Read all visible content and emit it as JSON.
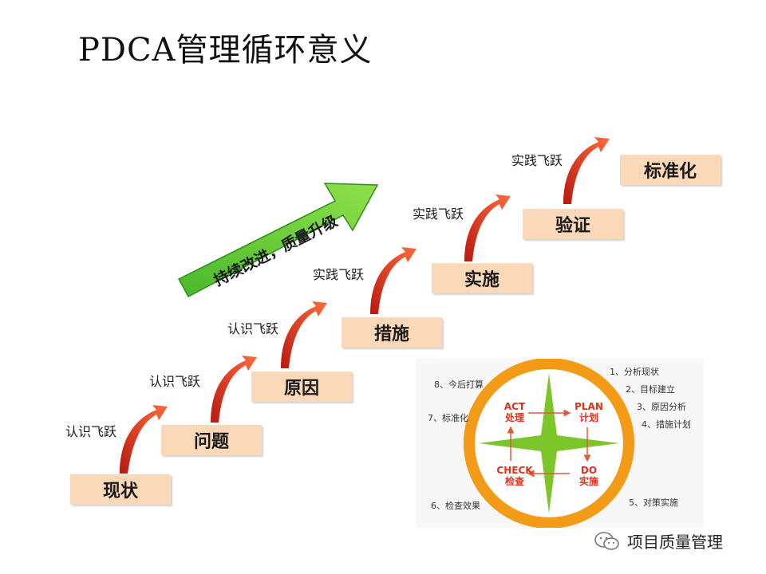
{
  "title": "PDCA管理循环意义",
  "steps": [
    "现状",
    "问题",
    "原因",
    "措施",
    "实施",
    "验证",
    "标准化"
  ],
  "leaps": [
    "认识飞跃",
    "认识飞跃",
    "认识飞跃",
    "实践飞跃",
    "实践飞跃",
    "实践飞跃"
  ],
  "banner": "持续改进，质量升级",
  "cycle": {
    "act": {
      "en": "ACT",
      "cn": "处理"
    },
    "plan": {
      "en": "PLAN",
      "cn": "计划"
    },
    "do": {
      "en": "DO",
      "cn": "实施"
    },
    "check": {
      "en": "CHECK",
      "cn": "检查"
    }
  },
  "cycle_labels": [
    "1、分析现状",
    "2、目标建立",
    "3、原因分析",
    "4、措施计划",
    "5、对策实施",
    "6、检查效果",
    "7、标准化",
    "8、今后打算"
  ],
  "brand": "项目质量管理",
  "colors": {
    "step_bg": "#fbd8b8",
    "curve_arrow": "#e23a1f",
    "green_arrow": "#4cc32c",
    "ring": "#f39a16",
    "star": "#7cc52a",
    "pdca_text": "#e0301e"
  }
}
